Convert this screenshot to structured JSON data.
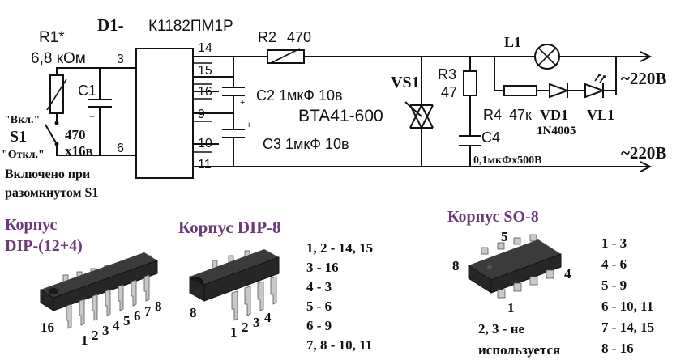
{
  "schematic": {
    "ic_ref": "D1-",
    "ic_type": "К1182ПМ1Р",
    "r1_ref": "R1*",
    "r1_value": "6,8 кОм",
    "r2_ref": "R2",
    "r2_value": "470",
    "r3_ref": "R3",
    "r3_value": "47",
    "r4_ref": "R4",
    "r4_value": "47к",
    "c1_ref": "C1",
    "c1_value_1": "470",
    "c1_value_2": "x16в",
    "c2_label": "C2 1мкФ 10в",
    "c3_label": "C3 1мкФ 10в",
    "c4_ref": "C4",
    "c4_value": "0,1мкФx500В",
    "vs1_ref": "VS1",
    "vs1_type": "BTA41-600",
    "l1_ref": "L1",
    "vd1_ref": "VD1",
    "vd1_type": "1N4005",
    "vl1_ref": "VL1",
    "ac_top": "~220В",
    "ac_bottom": "~220В",
    "s1_ref": "S1",
    "s1_on": "\"Вкл.\"",
    "s1_off": "\"Откл.\"",
    "plus_sign": "+",
    "note_line1": "Включено при",
    "note_line2": "разомкнутом S1",
    "pins": {
      "p3": "3",
      "p6": "6",
      "p14": "14",
      "p15": "15",
      "p16": "16",
      "p9": "9",
      "p10": "10",
      "p11": "11"
    }
  },
  "packages": {
    "dip16": {
      "title_1": "Корпус",
      "title_2": "DIP-(12+4)",
      "pin_16": "16",
      "pins_low": [
        "1",
        "2",
        "3",
        "4",
        "5",
        "6",
        "7",
        "8"
      ]
    },
    "dip8": {
      "title": "Корпус DIP-8",
      "pin_8": "8",
      "pins_low": [
        "1",
        "2",
        "3",
        "4"
      ],
      "mapping": [
        "1, 2 - 14, 15",
        "3 - 16",
        "4 - 3",
        "5 - 6",
        "6 - 9",
        "7, 8 - 10, 11"
      ]
    },
    "so8": {
      "title": "Корпус SO-8",
      "pin_5": "5",
      "pin_8": "8",
      "pin_4": "4",
      "pin_1": "1",
      "note_line1": "2, 3 - не",
      "note_line2": "используется",
      "mapping": [
        "1 - 3",
        "4 - 6",
        "5 - 9",
        "6 - 10, 11",
        "7 - 14, 15",
        "8 - 16"
      ]
    }
  }
}
